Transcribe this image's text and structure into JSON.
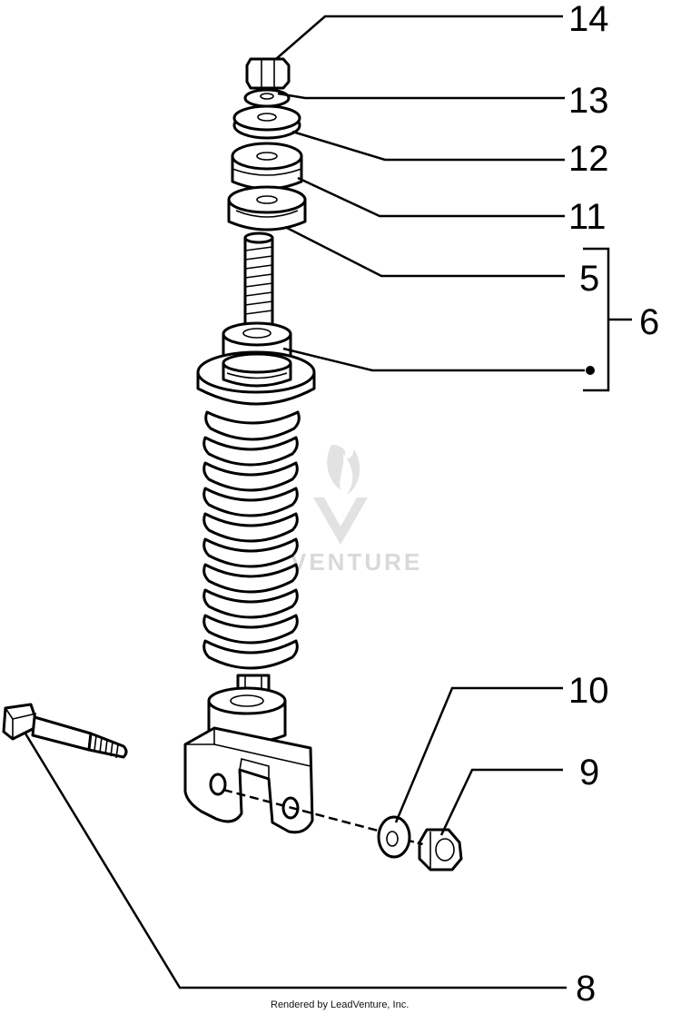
{
  "callouts": {
    "c14": "14",
    "c13": "13",
    "c12": "12",
    "c11": "11",
    "c5": "5",
    "c6": "6",
    "c10": "10",
    "c9": "9",
    "c8": "8"
  },
  "watermark": "VENTURE",
  "footer": "Rendered by LeadVenture, Inc."
}
